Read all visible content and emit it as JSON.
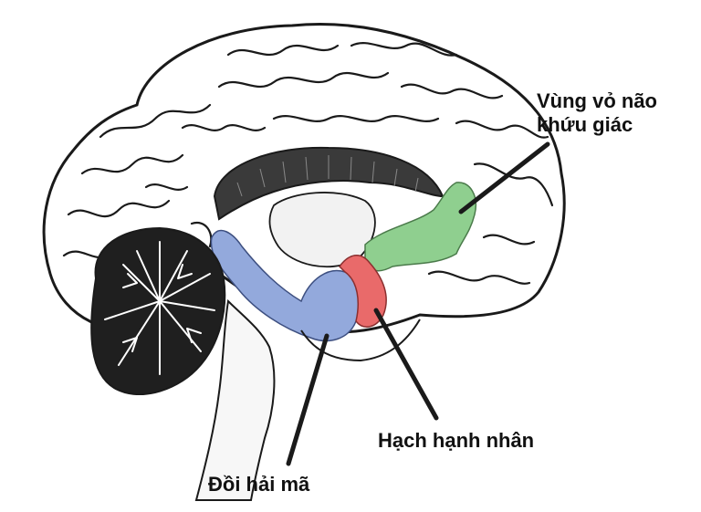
{
  "labels": {
    "olfactory_cortex_line1": "Vùng vỏ não",
    "olfactory_cortex_line2": "khứu giác",
    "amygdala": "Hạch hạnh nhân",
    "hippocampus": "Đồi hải mã"
  },
  "colors": {
    "olfactory_cortex": "#8fcf8f",
    "amygdala": "#e96a6a",
    "hippocampus": "#93a9dc",
    "outline": "#1a1a1a",
    "background": "#ffffff"
  }
}
